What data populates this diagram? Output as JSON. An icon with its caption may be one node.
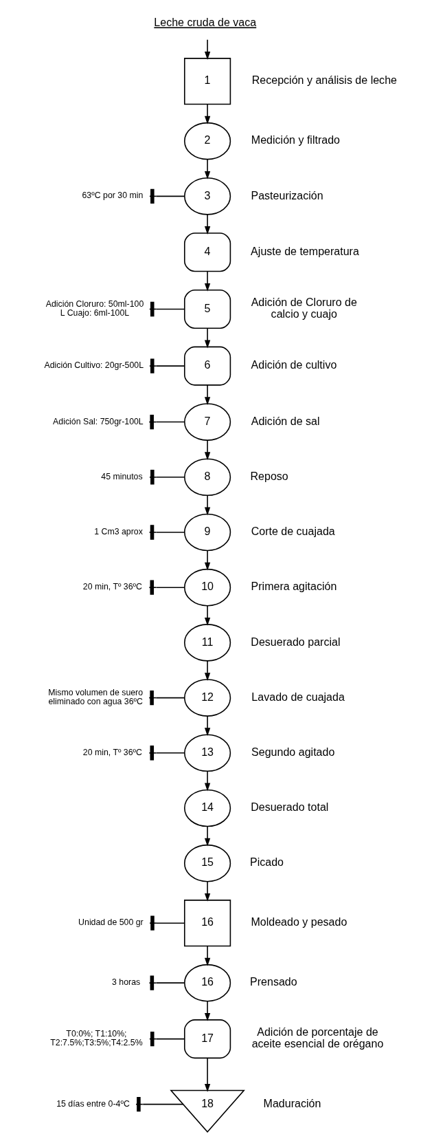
{
  "diagram": {
    "nodes": [
      {
        "text": [
          "Leche cruda de vaca"
        ]
      },
      {
        "text": [
          "1"
        ],
        "beside": [
          "Recepción y análisis de leche"
        ]
      },
      {
        "text": [
          "2"
        ],
        "beside": [
          "Medición y filtrado"
        ]
      },
      {
        "text": [
          "63ºC por 30 min"
        ]
      },
      {
        "text": [
          "3"
        ],
        "beside": [
          "Pasteurización"
        ]
      },
      {
        "text": [
          "4"
        ],
        "beside": [
          "Ajuste de temperatura"
        ]
      },
      {
        "text": [
          "Adición Cloruro: 50ml-100 L Cuajo: 6ml-100L"
        ]
      },
      {
        "text": [
          "5"
        ],
        "beside": [
          "Adición de Cloruro de calcio y cuajo"
        ]
      },
      {
        "text": [
          "Adición Cultivo: 20gr-500L"
        ]
      },
      {
        "text": [
          "6"
        ],
        "beside": [
          "Adición de cultivo"
        ]
      },
      {
        "text": [
          "Adición Sal: 750gr-100L"
        ]
      },
      {
        "text": [
          "7"
        ],
        "beside": [
          "Adición de sal"
        ]
      },
      {
        "text": [
          "45 minutos"
        ]
      },
      {
        "text": [
          "8"
        ],
        "beside": [
          "Reposo"
        ]
      },
      {
        "text": [
          "1 Cm3 aprox"
        ]
      },
      {
        "text": [
          "9"
        ],
        "beside": [
          "Corte de cuajada"
        ]
      },
      {
        "text": [
          "20 min, Tº 36ºC"
        ]
      },
      {
        "text": [
          "10"
        ],
        "beside": [
          "Primera agitación"
        ]
      },
      {
        "text": [
          "11"
        ],
        "beside": [
          "Desuerado parcial"
        ]
      },
      {
        "text": [
          "Mismo volumen de suero eliminado con agua 36ºC"
        ]
      },
      {
        "text": [
          "12"
        ],
        "beside": [
          "Lavado de cuajada"
        ]
      },
      {
        "text": [
          "20 min, Tº 36ºC"
        ]
      },
      {
        "text": [
          "13"
        ],
        "beside": [
          "Segundo agitado"
        ]
      },
      {
        "text": [
          "14"
        ],
        "beside": [
          "Desuerado total"
        ]
      },
      {
        "text": [
          "15"
        ],
        "beside": [
          "Picado"
        ]
      },
      {
        "text": [
          "Unidad de 500 gr"
        ]
      },
      {
        "text": [
          "16"
        ],
        "beside": [
          "Moldeado y pesado"
        ]
      },
      {
        "text": [
          "3 horas"
        ]
      },
      {
        "text": [
          "16"
        ],
        "beside": [
          "Prensado"
        ]
      },
      {
        "text": [
          "T0:0%; T1:10%; T2:7.5%;T3:5%;T4:2.5%"
        ]
      },
      {
        "text": [
          "17"
        ],
        "beside": [
          "Adición de porcentaje de aceite esencial de orégano"
        ]
      },
      {
        "text": [
          "15 días entre 0-4ºC"
        ]
      },
      {
        "text": [
          "18"
        ],
        "beside": [
          "Maduración"
        ]
      }
    ],
    "edges": [
      {
        "from": 0,
        "to": 1,
        "arrow": "to"
      },
      {
        "from": 1,
        "to": 2,
        "arrow": "to"
      },
      {
        "from": 2,
        "to": 4,
        "arrow": "to"
      },
      {
        "from": 3,
        "to": 4,
        "arrow": "other"
      },
      {
        "from": 4,
        "to": 5,
        "arrow": "to"
      },
      {
        "from": 5,
        "to": 7,
        "arrow": "to"
      },
      {
        "from": 6,
        "to": 7,
        "arrow": "other"
      },
      {
        "from": 7,
        "to": 9,
        "arrow": "to"
      },
      {
        "from": 8,
        "to": 9,
        "arrow": "other"
      },
      {
        "from": 9,
        "to": 11,
        "arrow": "to"
      },
      {
        "from": 10,
        "to": 11,
        "arrow": "other"
      },
      {
        "from": 11,
        "to": 13,
        "arrow": "to"
      },
      {
        "from": 12,
        "to": 13,
        "arrow": "other"
      },
      {
        "from": 13,
        "to": 15,
        "arrow": "to"
      },
      {
        "from": 14,
        "to": 15,
        "arrow": "other"
      },
      {
        "from": 15,
        "to": 17,
        "arrow": "to"
      },
      {
        "from": 16,
        "to": 17,
        "arrow": "other"
      },
      {
        "from": 17,
        "to": 18,
        "arrow": "to"
      },
      {
        "from": 18,
        "to": 20,
        "arrow": "to"
      },
      {
        "from": 19,
        "to": 20,
        "arrow": "other"
      },
      {
        "from": 20,
        "to": 22,
        "arrow": "to"
      },
      {
        "from": 21,
        "to": 22,
        "arrow": "other"
      },
      {
        "from": 22,
        "to": 23,
        "arrow": "to"
      },
      {
        "from": 23,
        "to": 24,
        "arrow": "to"
      },
      {
        "from": 24,
        "to": 26,
        "arrow": "to"
      },
      {
        "from": 25,
        "to": 26,
        "arrow": "other"
      },
      {
        "from": 26,
        "to": 28,
        "arrow": "to"
      },
      {
        "from": 27,
        "to": 28,
        "arrow": "other"
      },
      {
        "from": 28,
        "to": 30,
        "arrow": "to"
      },
      {
        "from": 29,
        "to": 30,
        "arrow": "other"
      },
      {
        "from": 30,
        "to": 32,
        "arrow": "to"
      },
      {
        "from": 31,
        "to": 32,
        "arrow": "other"
      }
    ]
  }
}
